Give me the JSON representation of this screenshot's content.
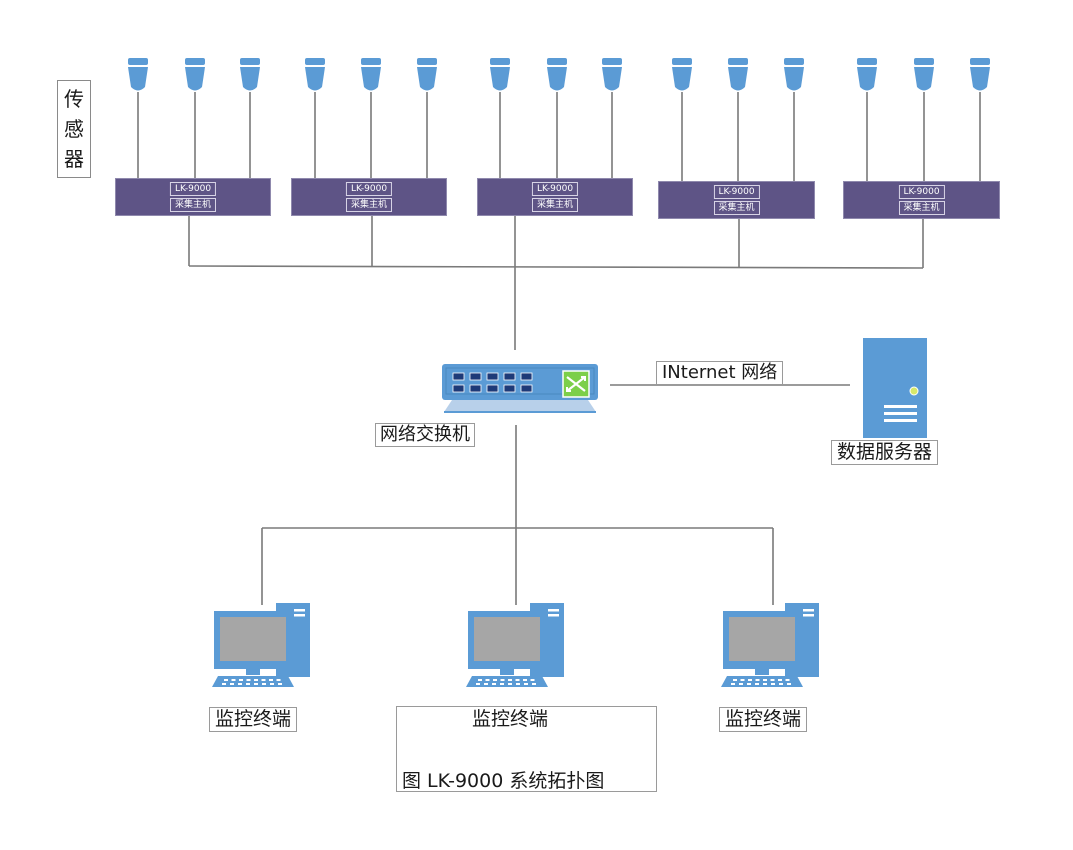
{
  "sensor_label": [
    "传",
    "感",
    "器"
  ],
  "collectors": [
    {
      "model": "LK-9000",
      "name": "采集主机"
    },
    {
      "model": "LK-9000",
      "name": "采集主机"
    },
    {
      "model": "LK-9000",
      "name": "采集主机"
    },
    {
      "model": "LK-9000",
      "name": "采集主机"
    },
    {
      "model": "LK-9000",
      "name": "采集主机"
    }
  ],
  "switch_label": "网络交换机",
  "internet_label": "INternet 网络",
  "server_label": "数据服务器",
  "terminals": [
    "监控终端",
    "监控终端",
    "监控终端"
  ],
  "caption": "图  LK-9000 系统拓扑图",
  "colors": {
    "sensor_blue": "#5b9bd5",
    "collector_purple": "#5e5486",
    "device_blue": "#5b9bd5",
    "switch_port": "#1e3a78",
    "switch_green": "#7ccf4a",
    "line_gray": "#7a7a7a"
  },
  "icons": [
    "sensor-icon",
    "network-switch-icon",
    "server-icon",
    "computer-icon"
  ]
}
